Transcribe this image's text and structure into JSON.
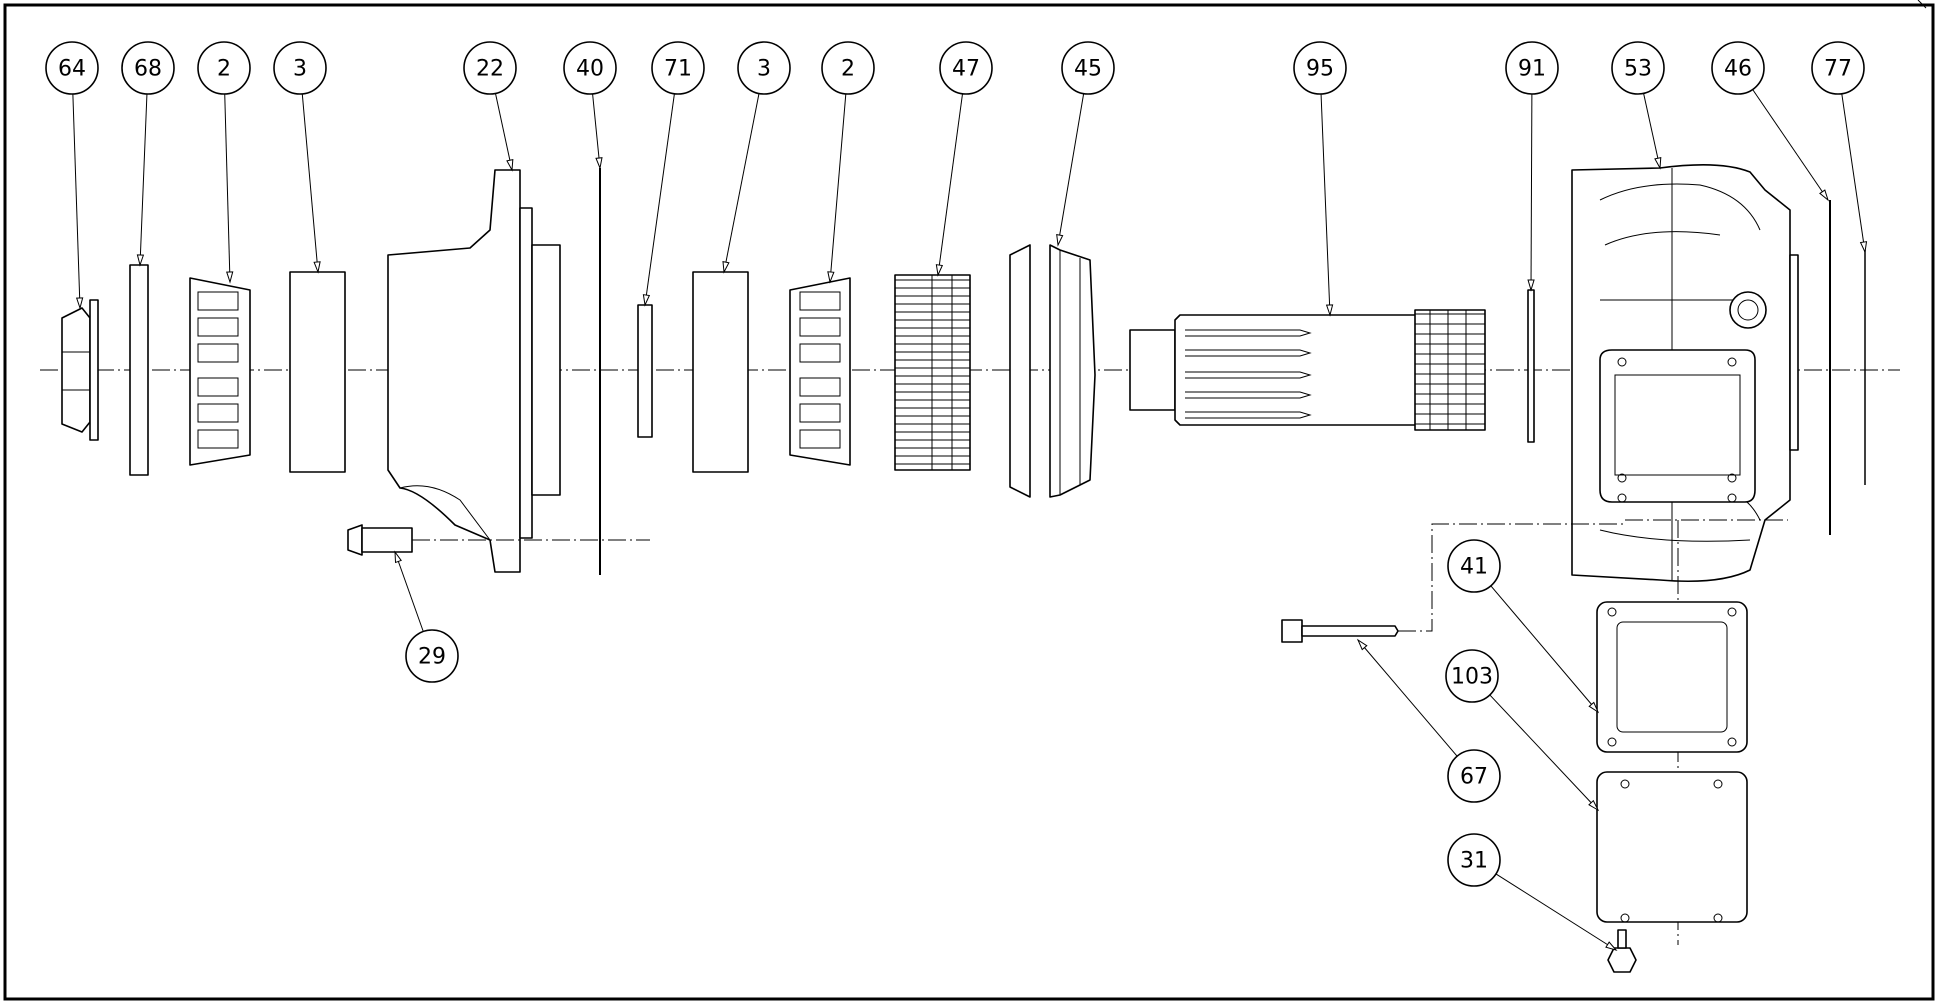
{
  "figure": {
    "type": "exploded-view parts diagram",
    "callouts": [
      {
        "label": "64"
      },
      {
        "label": "68"
      },
      {
        "label": "2"
      },
      {
        "label": "3"
      },
      {
        "label": "22"
      },
      {
        "label": "40"
      },
      {
        "label": "71"
      },
      {
        "label": "3"
      },
      {
        "label": "2"
      },
      {
        "label": "47"
      },
      {
        "label": "45"
      },
      {
        "label": "95"
      },
      {
        "label": "91"
      },
      {
        "label": "53"
      },
      {
        "label": "46"
      },
      {
        "label": "77"
      },
      {
        "label": "29"
      },
      {
        "label": "41"
      },
      {
        "label": "103"
      },
      {
        "label": "67"
      },
      {
        "label": "31"
      }
    ]
  }
}
